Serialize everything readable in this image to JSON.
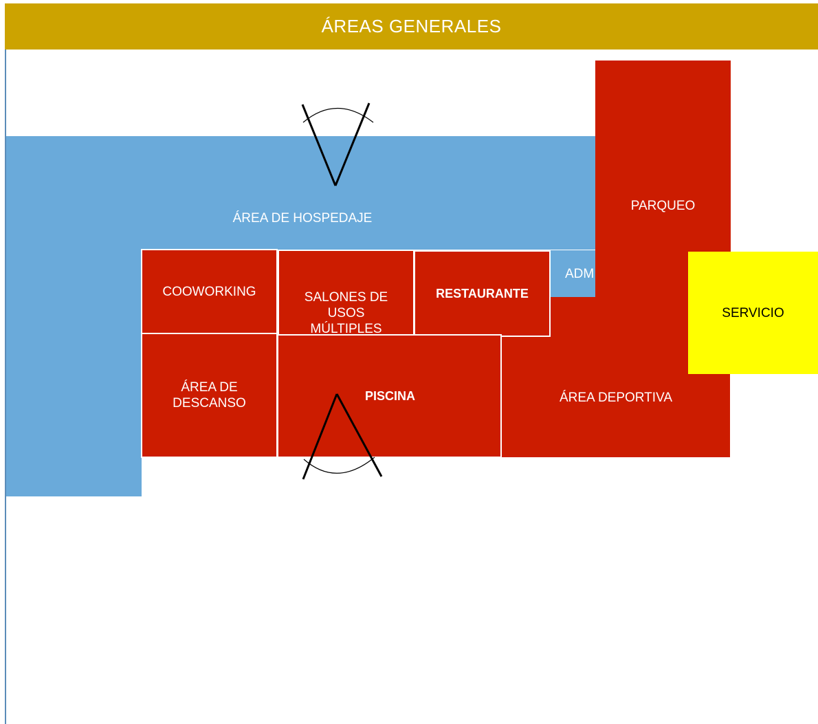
{
  "title": "ÁREAS GENERALES",
  "colors": {
    "header": "#cca300",
    "hospedaje": "#6aaada",
    "red": "#cc1c00",
    "servicio": "#ffff00",
    "rule": "#5b8cb8"
  },
  "zones": {
    "hospedaje": "ÁREA DE HOSPEDAJE",
    "parqueo": "PARQUEO",
    "administracion": "ADM",
    "servicio": "SERVICIO",
    "coworking": "COOWORKING",
    "salones": "SALONES DE USOS MÚLTIPLES",
    "restaurante": "RESTAURANTE",
    "descanso": "ÁREA DE DESCANSO",
    "piscina": "PISCINA",
    "deportiva": "ÁREA DEPORTIVA"
  },
  "access_markers": [
    "entrance-marker-top",
    "entrance-marker-bottom"
  ]
}
